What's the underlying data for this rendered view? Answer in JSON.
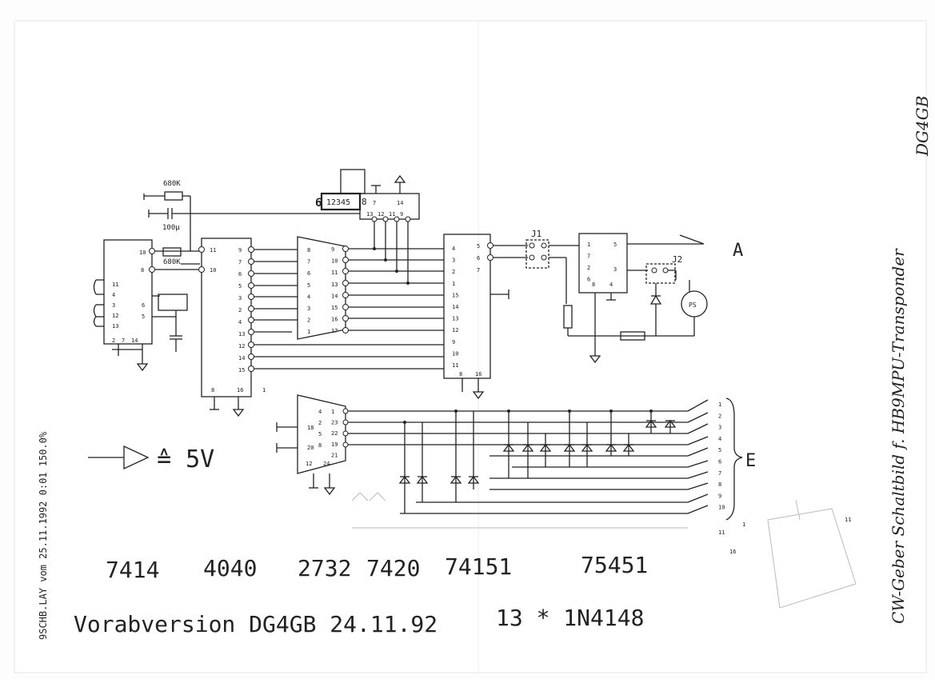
{
  "sidebar": {
    "file_stamp": "9SCHB.LAY  vom 25.11.1992  0:01  150.0%"
  },
  "title_vertical": {
    "line1": "CW-Geber  Schaltbild f. HB9MPU-Transponder",
    "line2": "DG4GB"
  },
  "components": {
    "r1": "680K",
    "c1": "100µ",
    "r2": "680K",
    "switch_label": "12345",
    "switch_left": "6",
    "switch_right": "8",
    "j1": "J1",
    "j2": "J2",
    "ps": "PS",
    "out_a": "A",
    "out_e": "E",
    "legend": "≙ 5V"
  },
  "ic_types": {
    "t1": "7414",
    "t2": "4040",
    "t3": "2732",
    "t4": "7420",
    "t5": "74151",
    "t6": "75451"
  },
  "footer": {
    "version": "Vorabversion  DG4GB  24.11.92",
    "diodes": "13 * 1N4148"
  },
  "pins": {
    "ic1_left": [
      "11",
      "4",
      "3",
      "12",
      "13"
    ],
    "ic1_right": [
      "10",
      "8",
      "6",
      "5"
    ],
    "ic1_bottom": [
      "2",
      "7",
      "14"
    ],
    "ic2_left": [
      "11",
      "10"
    ],
    "ic2_right": [
      "9",
      "7",
      "6",
      "5",
      "3",
      "2",
      "4",
      "13",
      "12",
      "14",
      "15"
    ],
    "ic2_bottom": [
      "8",
      "16",
      "1"
    ],
    "ic3_left": [
      "8",
      "7",
      "6",
      "5",
      "4",
      "3",
      "2",
      "1"
    ],
    "ic3_right": [
      "9",
      "10",
      "11",
      "13",
      "14",
      "15",
      "16",
      "17"
    ],
    "ic4_left": [
      "4",
      "3",
      "2",
      "1",
      "15",
      "14",
      "13",
      "12",
      "9",
      "10",
      "11"
    ],
    "ic4_right": [
      "5",
      "6",
      "7"
    ],
    "ic4_bottom": [
      "8",
      "16"
    ],
    "ic5_left": [
      "1",
      "7",
      "2",
      "6"
    ],
    "ic5_right": [
      "5",
      "3"
    ],
    "ic5_bottom": [
      "8",
      "4"
    ],
    "ic6_top": [
      "13",
      "12",
      "11",
      "9"
    ],
    "ic6_top2": [
      "7",
      "14"
    ],
    "ic7_left": [
      "4",
      "2",
      "5",
      "8"
    ],
    "ic7_right": [
      "1",
      "23",
      "22",
      "19",
      "21"
    ],
    "ic7_left2": [
      "18",
      "20"
    ],
    "ic7_bottom": [
      "12",
      "24"
    ],
    "e_lines": [
      "1",
      "2",
      "3",
      "4",
      "5",
      "6",
      "7",
      "8",
      "9",
      "10"
    ],
    "pencil_notes": [
      "11",
      "16",
      "1",
      "11"
    ]
  }
}
